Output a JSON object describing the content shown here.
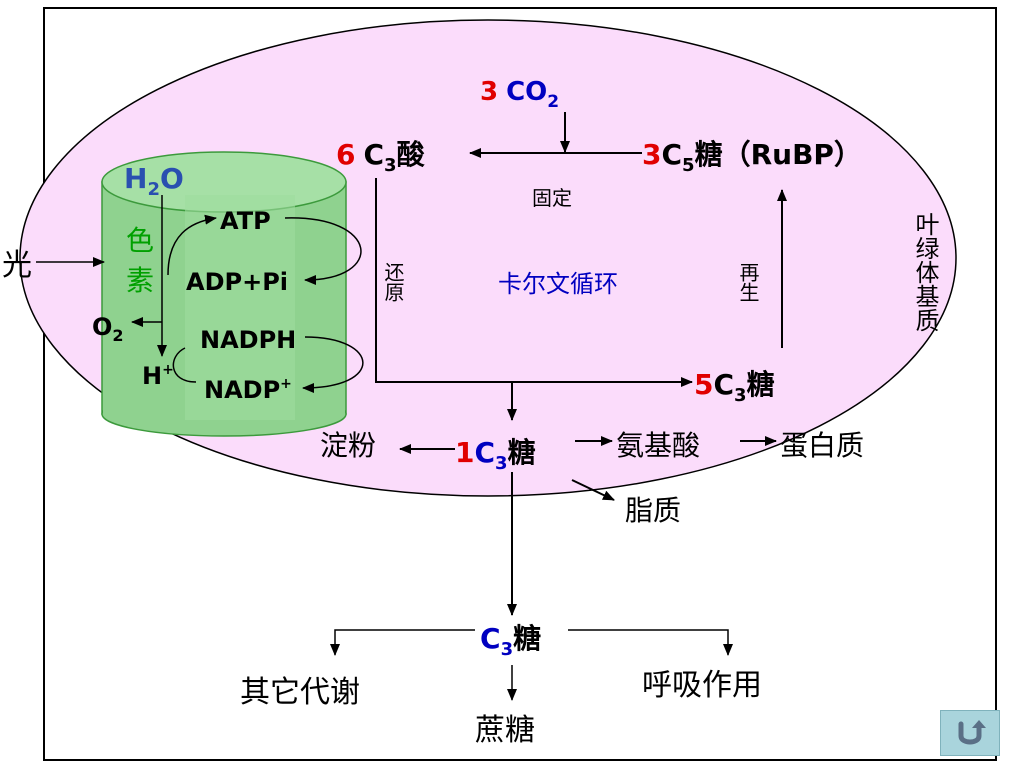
{
  "labels": {
    "co2_coef": "3",
    "co2_C": "CO",
    "co2_sub": "2",
    "c3acid_coef": "6",
    "c3acid_C": "C",
    "c3acid_sub": "3",
    "c3acid_name": "酸",
    "c5_coef": "3",
    "c5_C": "C",
    "c5_sub": "5",
    "c5_name": "糖（RuBP）",
    "fixation": "固定",
    "reduction": "还原",
    "regeneration": "再生",
    "calvin_cycle": "卡尔文循环",
    "stroma": "叶绿体基质",
    "c3sugar5_coef": "5",
    "c3sugar5_C": "C",
    "c3sugar5_sub": "3",
    "c3sugar5_name": "糖",
    "c3sugar1_coef": "1",
    "c3sugar1_C": "C",
    "c3sugar1_sub": "3",
    "c3sugar1_name": "糖",
    "starch": "淀粉",
    "amino_acid": "氨基酸",
    "protein": "蛋白质",
    "lipid": "脂质",
    "c3sugar_C": "C",
    "c3sugar_sub": "3",
    "c3sugar_name": "糖",
    "other_metabolism": "其它代谢",
    "respiration": "呼吸作用",
    "sucrose": "蔗糖",
    "light": "光",
    "h2o_H": "H",
    "h2o_sub": "2",
    "h2o_O": "O",
    "pigment_1": "色",
    "pigment_2": "素",
    "o2_O": "O",
    "o2_sub": "2",
    "h_plus": "H",
    "h_plus_sup": "+",
    "atp": "ATP",
    "adp_pi": "ADP+Pi",
    "nadph": "NADPH",
    "nadp": "NADP",
    "nadp_sup": "+"
  },
  "colors": {
    "coefficient": "#e00000",
    "calvin_text": "#0000c0",
    "pigment_text": "#00a000",
    "stroma_fill": "#fbdcfb",
    "thylakoid_fill": "#8fd28f"
  },
  "icons": {
    "back_button": "return-arrow-icon"
  }
}
